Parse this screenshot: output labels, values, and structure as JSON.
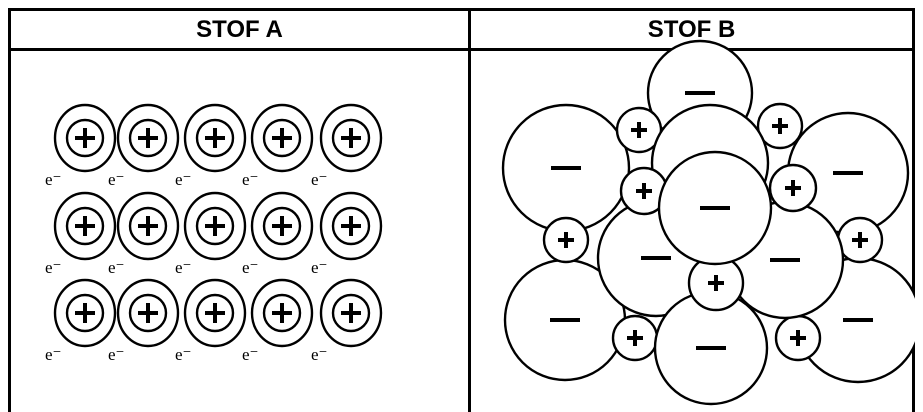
{
  "table": {
    "header_a": "STOF A",
    "header_b": "STOF B"
  },
  "stof_a": {
    "cation_symbol": "+",
    "electron_label": "e⁻",
    "rows": 3,
    "cols": 5
  },
  "stof_b": {
    "anion_symbol": "−",
    "cation_symbol": "+"
  }
}
